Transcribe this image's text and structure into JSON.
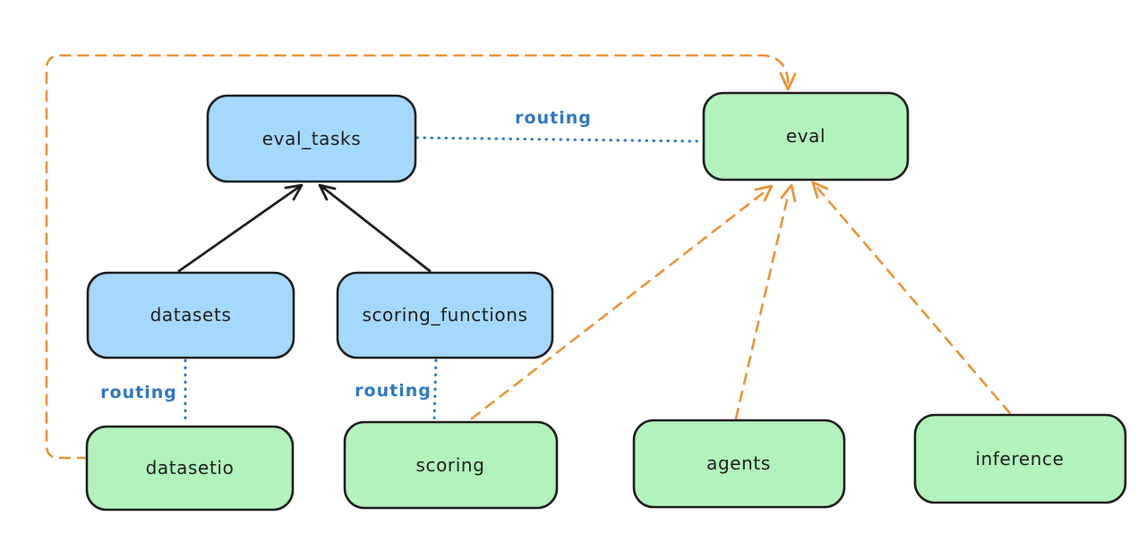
{
  "colors": {
    "background": "#ffffff",
    "stroke_dark": "#1e1e1e",
    "blue_node_fill": "#a5d8ff",
    "green_node_fill": "#b2f2bb",
    "routing_blue": "#2e78c2",
    "orange_accent": "#ec9335"
  },
  "nodes": {
    "eval_tasks": {
      "label": "eval_tasks",
      "color": "blue"
    },
    "eval": {
      "label": "eval",
      "color": "green"
    },
    "datasets": {
      "label": "datasets",
      "color": "blue"
    },
    "scoring_functions": {
      "label": "scoring_functions",
      "color": "blue"
    },
    "datasetio": {
      "label": "datasetio",
      "color": "green"
    },
    "scoring": {
      "label": "scoring",
      "color": "green"
    },
    "agents": {
      "label": "agents",
      "color": "green"
    },
    "inference": {
      "label": "inference",
      "color": "green"
    }
  },
  "edges": {
    "routing_label": "routing",
    "list": [
      {
        "from": "datasets",
        "to": "eval_tasks",
        "style": "solid",
        "color": "black",
        "arrow": true
      },
      {
        "from": "scoring_functions",
        "to": "eval_tasks",
        "style": "solid",
        "color": "black",
        "arrow": true
      },
      {
        "from": "eval_tasks",
        "to": "eval",
        "style": "dotted",
        "color": "blue",
        "label": "routing"
      },
      {
        "from": "datasets",
        "to": "datasetio",
        "style": "dotted",
        "color": "blue",
        "label": "routing"
      },
      {
        "from": "scoring_functions",
        "to": "scoring",
        "style": "dotted",
        "color": "blue",
        "label": "routing"
      },
      {
        "from": "datasetio",
        "to": "eval",
        "style": "dashed",
        "color": "orange",
        "arrow": true,
        "route": "around-left-and-top"
      },
      {
        "from": "scoring",
        "to": "eval",
        "style": "dashed",
        "color": "orange",
        "arrow": true
      },
      {
        "from": "agents",
        "to": "eval",
        "style": "dashed",
        "color": "orange",
        "arrow": true
      },
      {
        "from": "inference",
        "to": "eval",
        "style": "dashed",
        "color": "orange",
        "arrow": true
      }
    ]
  }
}
